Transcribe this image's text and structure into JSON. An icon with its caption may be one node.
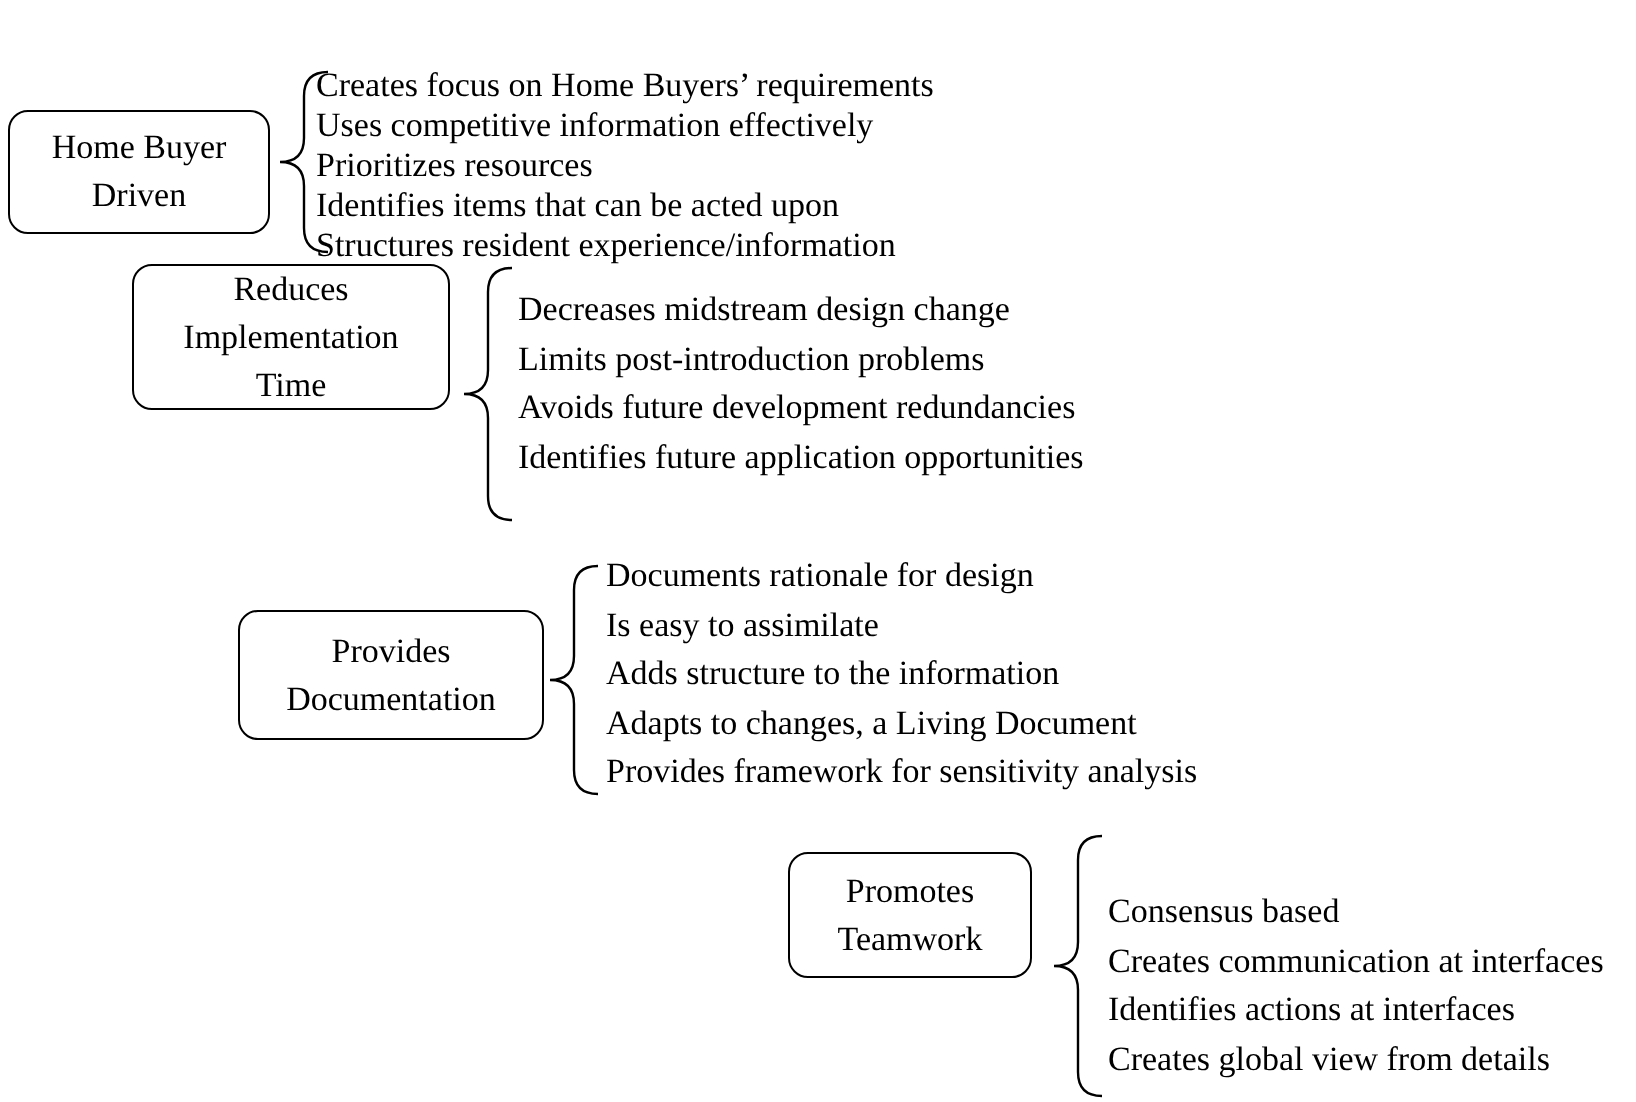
{
  "diagram": {
    "nodes": [
      {
        "text": [
          "Home Buyer Driven"
        ],
        "beside": [
          "Creates focus on Home Buyers’ requirements",
          "Uses competitive information effectively",
          "Prioritizes resources",
          "Identifies items that can be acted upon",
          "Structures resident experience/information"
        ]
      },
      {
        "text": [
          "Reduces Implementation Time"
        ],
        "beside": [
          "Decreases midstream design change",
          "Limits post-introduction problems",
          "Avoids future development redundancies",
          "Identifies future application opportunities"
        ]
      },
      {
        "text": [
          "Provides Documentation"
        ],
        "beside": [
          "Documents rationale for design",
          "Is easy to assimilate",
          "Adds structure to the information",
          "Adapts to changes, a Living Document",
          "Provides framework for sensitivity analysis"
        ]
      },
      {
        "text": [
          "Promotes Teamwork"
        ],
        "beside": [
          "Consensus based",
          "Creates communication at interfaces",
          "Identifies actions at interfaces",
          "Creates global view from details"
        ]
      }
    ]
  }
}
